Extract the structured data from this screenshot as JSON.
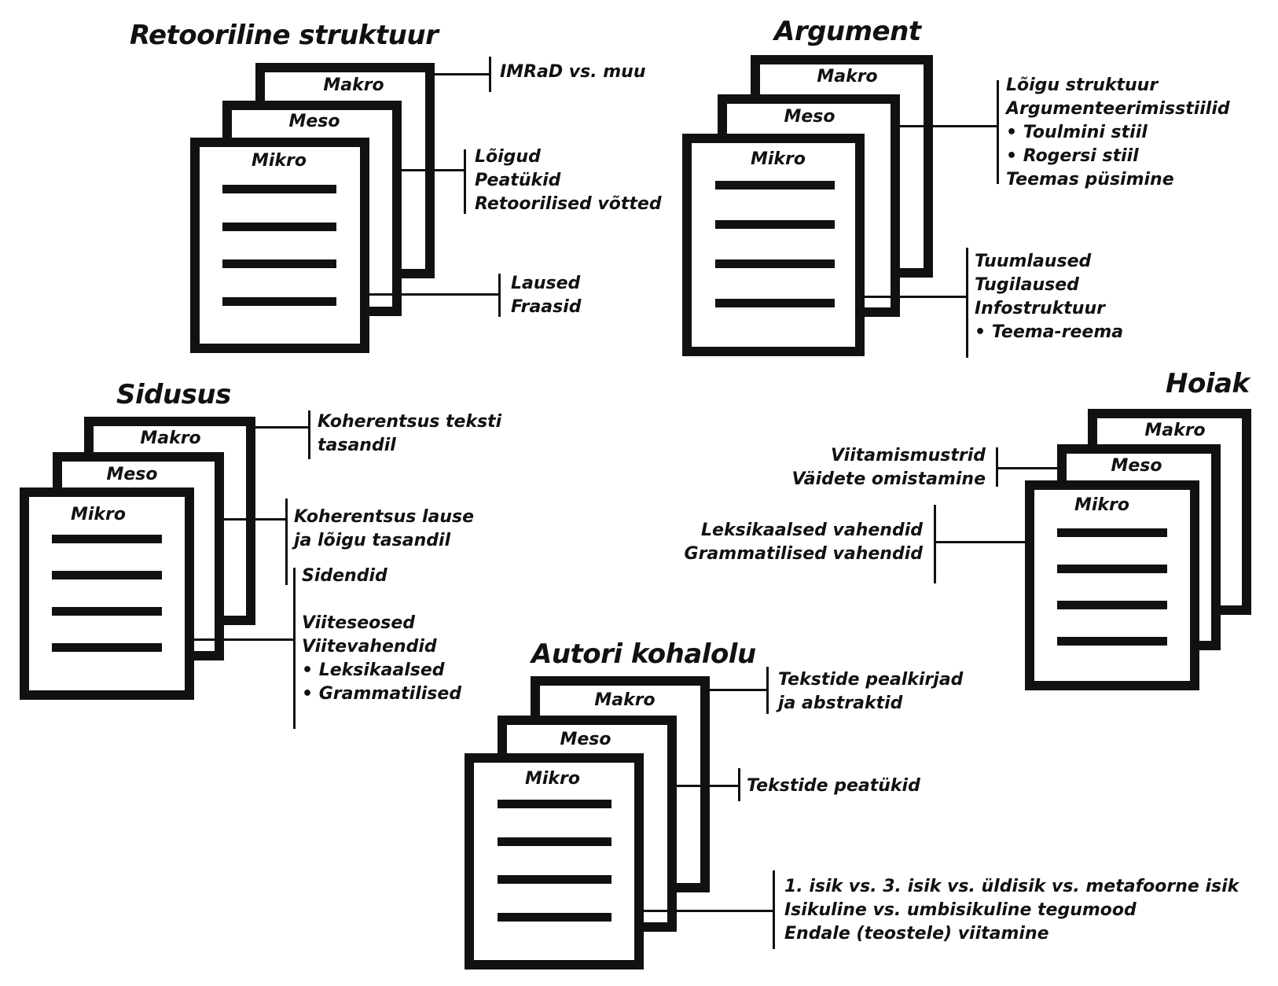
{
  "levels": {
    "makro": "Makro",
    "meso": "Meso",
    "mikro": "Mikro"
  },
  "groups": {
    "retooriline": {
      "title": "Retooriline struktuur",
      "makro_notes": [
        "IMRaD vs. muu"
      ],
      "meso_notes": [
        "Lõigud",
        "Peatükid",
        "Retoorilised võtted"
      ],
      "mikro_notes": [
        "Laused",
        "Fraasid"
      ]
    },
    "argument": {
      "title": "Argument",
      "meso_notes": [
        "Lõigu struktuur",
        "Argumenteerimisstiilid",
        "• Toulmini stiil",
        "• Rogersi stiil",
        "Teemas püsimine"
      ],
      "mikro_notes": [
        "Tuumlaused",
        "Tugilaused",
        "Infostruktuur",
        "• Teema-reema"
      ]
    },
    "sidusus": {
      "title": "Sidusus",
      "makro_notes": [
        "Koherentsus teksti",
        "tasandil"
      ],
      "meso_notes": [
        "Koherentsus lause",
        "ja lõigu tasandil"
      ],
      "mikro_notes": [
        "Sidendid",
        "",
        "Viiteseosed",
        "Viitevahendid",
        "• Leksikaalsed",
        "• Grammatilised"
      ]
    },
    "hoiak": {
      "title": "Hoiak",
      "meso_notes": [
        "Viitamismustrid",
        "Väidete omistamine"
      ],
      "mikro_notes": [
        "Leksikaalsed vahendid",
        "Grammatilised vahendid"
      ]
    },
    "autor": {
      "title": "Autori kohalolu",
      "makro_notes": [
        "Tekstide pealkirjad",
        "ja abstraktid"
      ],
      "meso_notes": [
        "Tekstide peatükid"
      ],
      "mikro_notes": [
        "1. isik vs. 3. isik vs. üldisik vs. metafoorne isik",
        "Isikuline vs. umbisikuline tegumood",
        "Endale (teostele) viitamine"
      ]
    }
  }
}
